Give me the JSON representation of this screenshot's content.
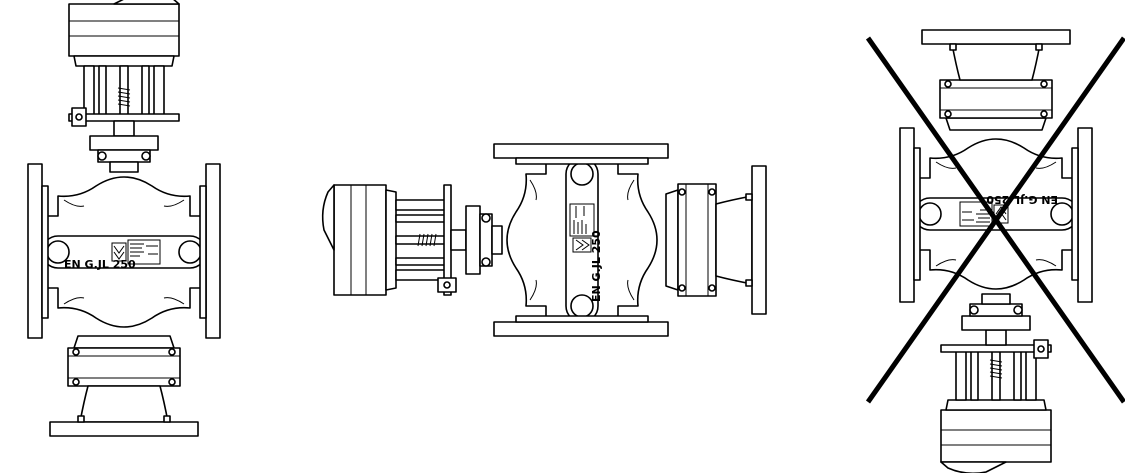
{
  "figure": {
    "panels": [
      {
        "orientation": "actuator-up",
        "status": "allowed"
      },
      {
        "orientation": "actuator-horizontal",
        "status": "allowed"
      },
      {
        "orientation": "actuator-down",
        "status": "not-allowed"
      }
    ],
    "plate_text": "EN G.JL 250",
    "colors": {
      "line": "#000000",
      "background": "#ffffff"
    }
  }
}
